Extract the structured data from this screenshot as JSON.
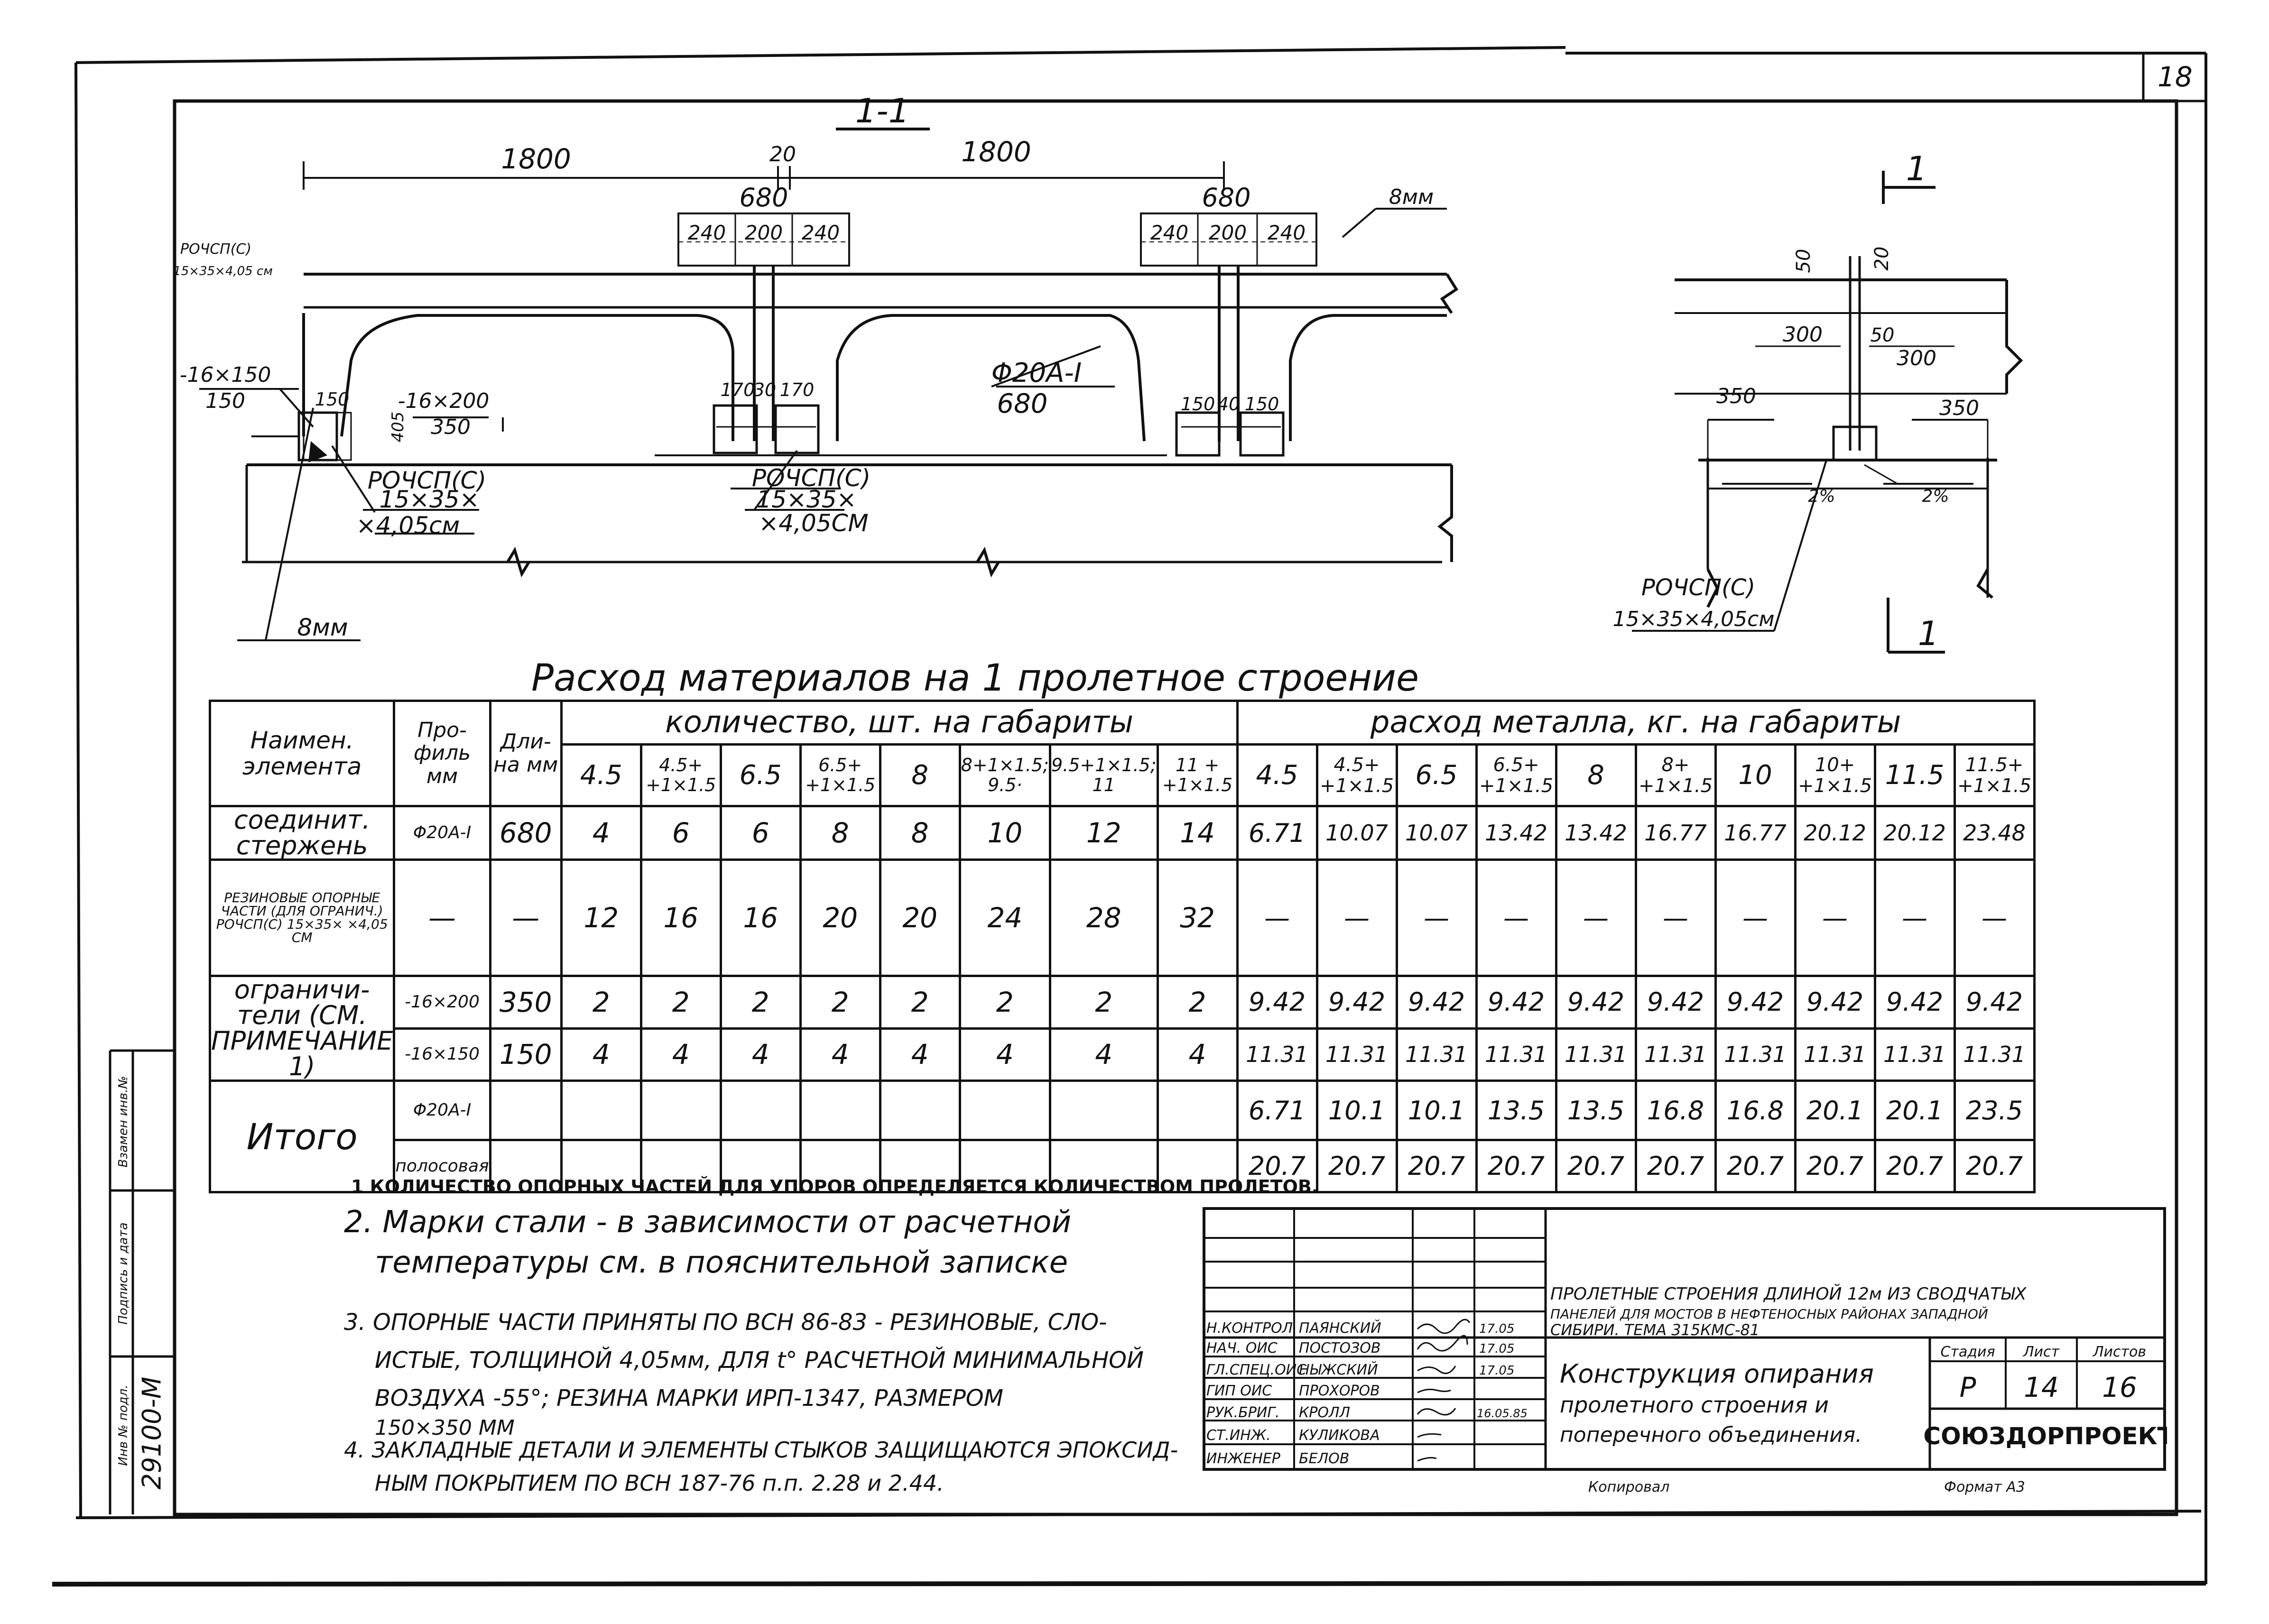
{
  "sheet_number": "18",
  "section_label": "1-1",
  "drawing": {
    "dims": {
      "span_left": "1800",
      "span_right": "1800",
      "gap": "20",
      "width_left": "680",
      "width_right": "680",
      "sub_left": [
        "240",
        "200",
        "240"
      ],
      "sub_right": [
        "240",
        "200",
        "240"
      ],
      "weld": "8мм",
      "weld_bottom": "8мм",
      "rod": "Φ20А-I",
      "rod_len": "680",
      "limiter1_top": "-16×150",
      "limiter1_bot": "150",
      "limiter2_top": "-16×200",
      "limiter2_bot": "350",
      "dim150a": "150",
      "dim405": "405",
      "dim170": "170",
      "dim30": "30",
      "dim170b": "170",
      "dim150b": "150",
      "dim40": "40",
      "dim150c": "150"
    },
    "bearings": {
      "left_small": [
        "РОЧСП(С)",
        "15×35×4,05 см"
      ],
      "left_label": [
        "РОЧСП(С)",
        "15×35×",
        "×4,05см"
      ],
      "mid_label": [
        "РОЧСП(С)",
        "15×35×",
        "×4,05СМ"
      ]
    }
  },
  "section_detail": {
    "label_top": "1",
    "label_bottom": "1",
    "d50": "50",
    "d20": "20",
    "d300a": "300",
    "d50b": "50",
    "d300b": "300",
    "d350a": "350",
    "d350b": "350",
    "slope_left": "2%",
    "slope_right": "2%",
    "bearing": [
      "РОЧСП(С)",
      "15×35×4,05см"
    ]
  },
  "table": {
    "title": "Расход материалов на 1 пролетное строение",
    "head": {
      "name": "Наимен. элемента",
      "profile": "Про-филь мм",
      "length": "Дли-на мм",
      "qty_group": "количество, шт. на габариты",
      "metal_group": "расход металла, кг. на габариты",
      "qty_cols": [
        "4.5",
        "4.5+ +1×1.5",
        "6.5",
        "6.5+ +1×1.5",
        "8",
        "8+1×1.5; 9.5·",
        "9.5+1×1.5; 11",
        "11 + +1×1.5"
      ],
      "metal_cols": [
        "4.5",
        "4.5+ +1×1.5",
        "6.5",
        "6.5+ +1×1.5",
        "8",
        "8+ +1×1.5",
        "10",
        "10+ +1×1.5",
        "11.5",
        "11.5+ +1×1.5"
      ]
    },
    "rows": [
      {
        "name": "соединит. стержень",
        "profile": "Φ20А-I",
        "length": "680",
        "qty": [
          "4",
          "6",
          "6",
          "8",
          "8",
          "10",
          "12",
          "14"
        ],
        "metal": [
          "6.71",
          "10.07",
          "10.07",
          "13.42",
          "13.42",
          "16.77",
          "16.77",
          "20.12",
          "20.12",
          "23.48"
        ]
      },
      {
        "name": "РЕЗИНОВЫЕ ОПОРНЫЕ ЧАСТИ (ДЛЯ ОГРАНИЧ.) РОЧСП(С) 15×35× ×4,05 СМ",
        "profile": "—",
        "length": "—",
        "qty": [
          "12",
          "16",
          "16",
          "20",
          "20",
          "24",
          "28",
          "32"
        ],
        "metal": [
          "—",
          "—",
          "—",
          "—",
          "—",
          "—",
          "—",
          "—",
          "—",
          "—"
        ]
      },
      {
        "name": "ограничи-тели (СМ. ПРИМЕЧАНИЕ 1)",
        "profile": "-16×200",
        "length": "350",
        "qty": [
          "2",
          "2",
          "2",
          "2",
          "2",
          "2",
          "2",
          "2"
        ],
        "metal": [
          "9.42",
          "9.42",
          "9.42",
          "9.42",
          "9.42",
          "9.42",
          "9.42",
          "9.42",
          "9.42",
          "9.42"
        ]
      },
      {
        "name": "",
        "profile": "-16×150",
        "length": "150",
        "qty": [
          "4",
          "4",
          "4",
          "4",
          "4",
          "4",
          "4",
          "4"
        ],
        "metal": [
          "11.31",
          "11.31",
          "11.31",
          "11.31",
          "11.31",
          "11.31",
          "11.31",
          "11.31",
          "11.31",
          "11.31"
        ]
      },
      {
        "name": "Итого",
        "profile": "Φ20А-I",
        "length": "",
        "qty": [
          "",
          "",
          "",
          "",
          "",
          "",
          "",
          ""
        ],
        "metal": [
          "6.71",
          "10.1",
          "10.1",
          "13.5",
          "13.5",
          "16.8",
          "16.8",
          "20.1",
          "20.1",
          "23.5"
        ]
      },
      {
        "name": "",
        "profile": "полосовая",
        "length": "",
        "qty": [
          "",
          "",
          "",
          "",
          "",
          "",
          "",
          ""
        ],
        "metal": [
          "20.7",
          "20.7",
          "20.7",
          "20.7",
          "20.7",
          "20.7",
          "20.7",
          "20.7",
          "20.7",
          "20.7"
        ]
      }
    ]
  },
  "notes": [
    "1 КОЛИЧЕСТВО ОПОРНЫХ ЧАСТЕЙ ДЛЯ УПОРОВ ОПРЕДЕЛЯЕТСЯ КОЛИЧЕСТВОМ ПРОЛЕТОВ.",
    "2. Марки стали - в зависимости от расчетной",
    "температуры см. в пояснительной записке",
    "3. ОПОРНЫЕ ЧАСТИ ПРИНЯТЫ ПО ВСН 86-83 - РЕЗИНОВЫЕ, СЛО-",
    "ИСТЫЕ, ТОЛЩИНОЙ 4,05мм, ДЛЯ t° РАСЧЕТНОЙ МИНИМАЛЬНОЙ",
    "ВОЗДУХА -55°; РЕЗИНА МАРКИ ИРП-1347, РАЗМЕРОМ",
    "150×350 ММ",
    "4. ЗАКЛАДНЫЕ ДЕТАЛИ И ЭЛЕМЕНТЫ СТЫКОВ ЗАЩИЩАЮТСЯ ЭПОКСИД-",
    "НЫМ ПОКРЫТИЕМ ПО ВСН 187-76 п.п. 2.28 и 2.44."
  ],
  "left_strip": {
    "inv": "Инв № подл.",
    "sig": "Подпись и дата",
    "replace": "Взамен инв.№",
    "number": "29100-М"
  },
  "title_block": {
    "roles": [
      "Н.КОНТРОЛ",
      "НАЧ. ОИС",
      "ГЛ.СПЕЦ.ОИС",
      "ГИП ОИС",
      "РУК.БРИГ.",
      "СТ.ИНЖ.",
      "ИНЖЕНЕР"
    ],
    "names": [
      "ПАЯНСКИЙ",
      "ПОСТОЗОВ",
      "НЫЖСКИЙ",
      "ПРОХОРОВ",
      "КРОЛЛ",
      "КУЛИКОВА",
      "БЕЛОВ"
    ],
    "dates": [
      "17.05",
      "17.05",
      "17.05",
      "",
      "16.05.85",
      "",
      ""
    ],
    "project": [
      "ПРОЛЕТНЫЕ СТРОЕНИЯ ДЛИНОЙ 12м ИЗ СВОДЧАТЫХ",
      "ПАНЕЛЕЙ ДЛЯ МОСТОВ В НЕФТЕНОСНЫХ РАЙОНАХ ЗАПАДНОЙ",
      "СИБИРИ. ТЕМА 315КМС-81"
    ],
    "stage_label": "Стадия",
    "sheet_label": "Лист",
    "sheets_label": "Листов",
    "stage": "Р",
    "sheet": "14",
    "sheets": "16",
    "drawing_title": [
      "Конструкция опирания",
      "пролетного строения и",
      "поперечного объединения."
    ],
    "org": "СОЮЗДОРПРОЕКТ",
    "copied": "Копировал",
    "format": "Формат А3"
  }
}
